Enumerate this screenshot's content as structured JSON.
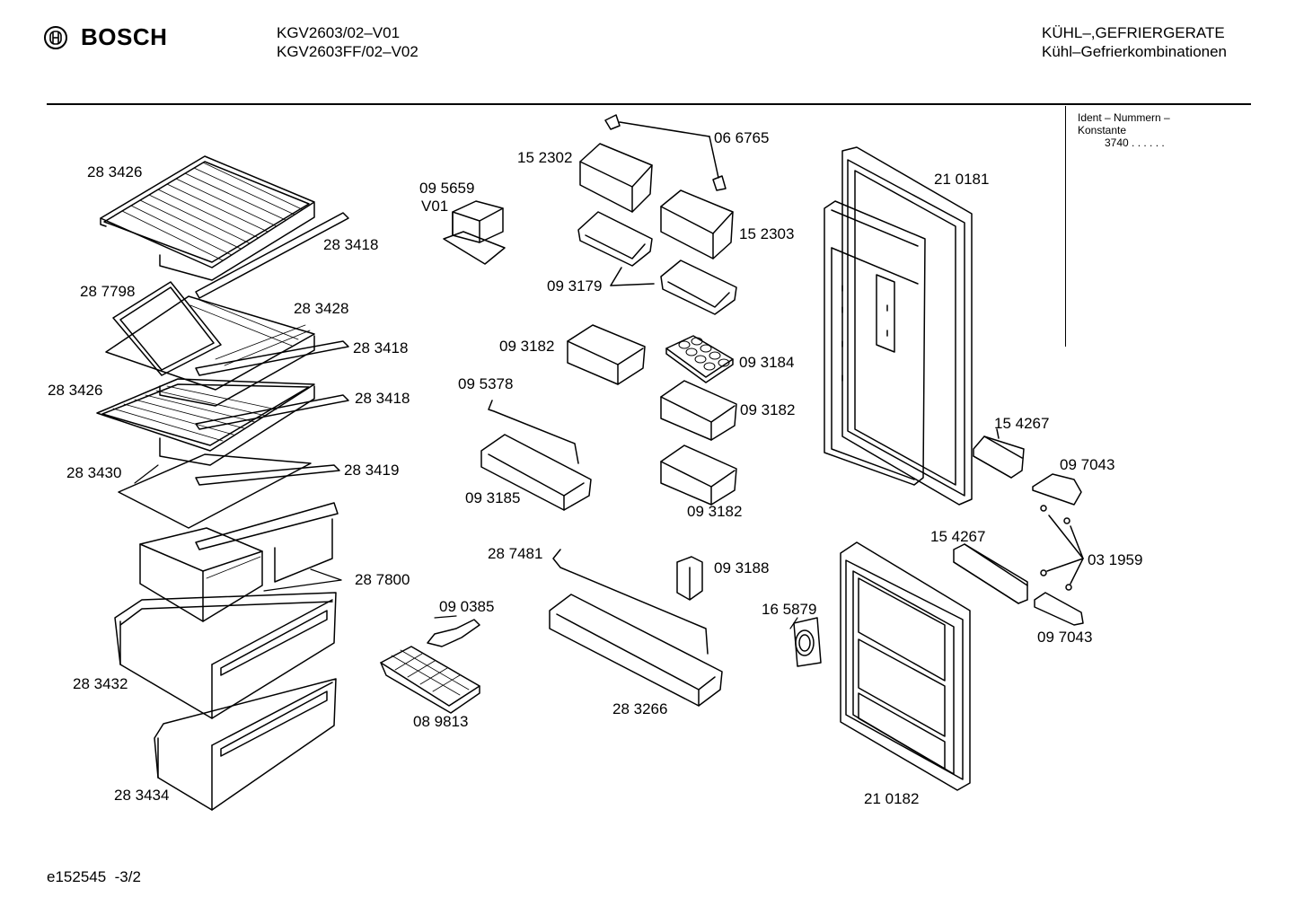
{
  "header": {
    "brand": "BOSCH",
    "model_1": "KGV2603/02–V01",
    "model_2": "KGV2603FF/02–V02",
    "category": "KÜHL–,GEFRIERGERATE",
    "subcategory": "Kühl–Gefrierkombinationen"
  },
  "ident_box": {
    "line_1": "Ident – Nummern –",
    "line_2": "Konstante",
    "value": "3740 .  .    .   .  .  ."
  },
  "footer": {
    "doc_id": "e152545",
    "page": "-3/2"
  },
  "parts": {
    "p283426_top": "28 3426",
    "p283418_a": "28 3418",
    "p287798": "28 7798",
    "p283428": "28 3428",
    "p283418_b": "28 3418",
    "p283426_mid": "28 3426",
    "p283418_c": "28 3418",
    "p283430": "28 3430",
    "p283419": "28 3419",
    "p287800": "28 7800",
    "p283432": "28 3432",
    "p283434": "28 3434",
    "p095659": "09 5659",
    "v01": "V01",
    "p152302": "15 2302",
    "p066765": "06 6765",
    "p152303": "15 2303",
    "p093179": "09 3179",
    "p093182_a": "09 3182",
    "p093184": "09 3184",
    "p095378": "09 5378",
    "p093182_b": "09 3182",
    "p093185": "09 3185",
    "p093182_c": "09 3182",
    "p287481": "28 7481",
    "p093188": "09 3188",
    "p090385": "09 0385",
    "p089813": "08 9813",
    "p283266": "28 3266",
    "p165879": "16 5879",
    "p210181": "21 0181",
    "p154267_a": "15 4267",
    "p097043_a": "09 7043",
    "p154267_b": "15 4267",
    "p031959": "03 1959",
    "p097043_b": "09 7043",
    "p210182": "21 0182"
  }
}
